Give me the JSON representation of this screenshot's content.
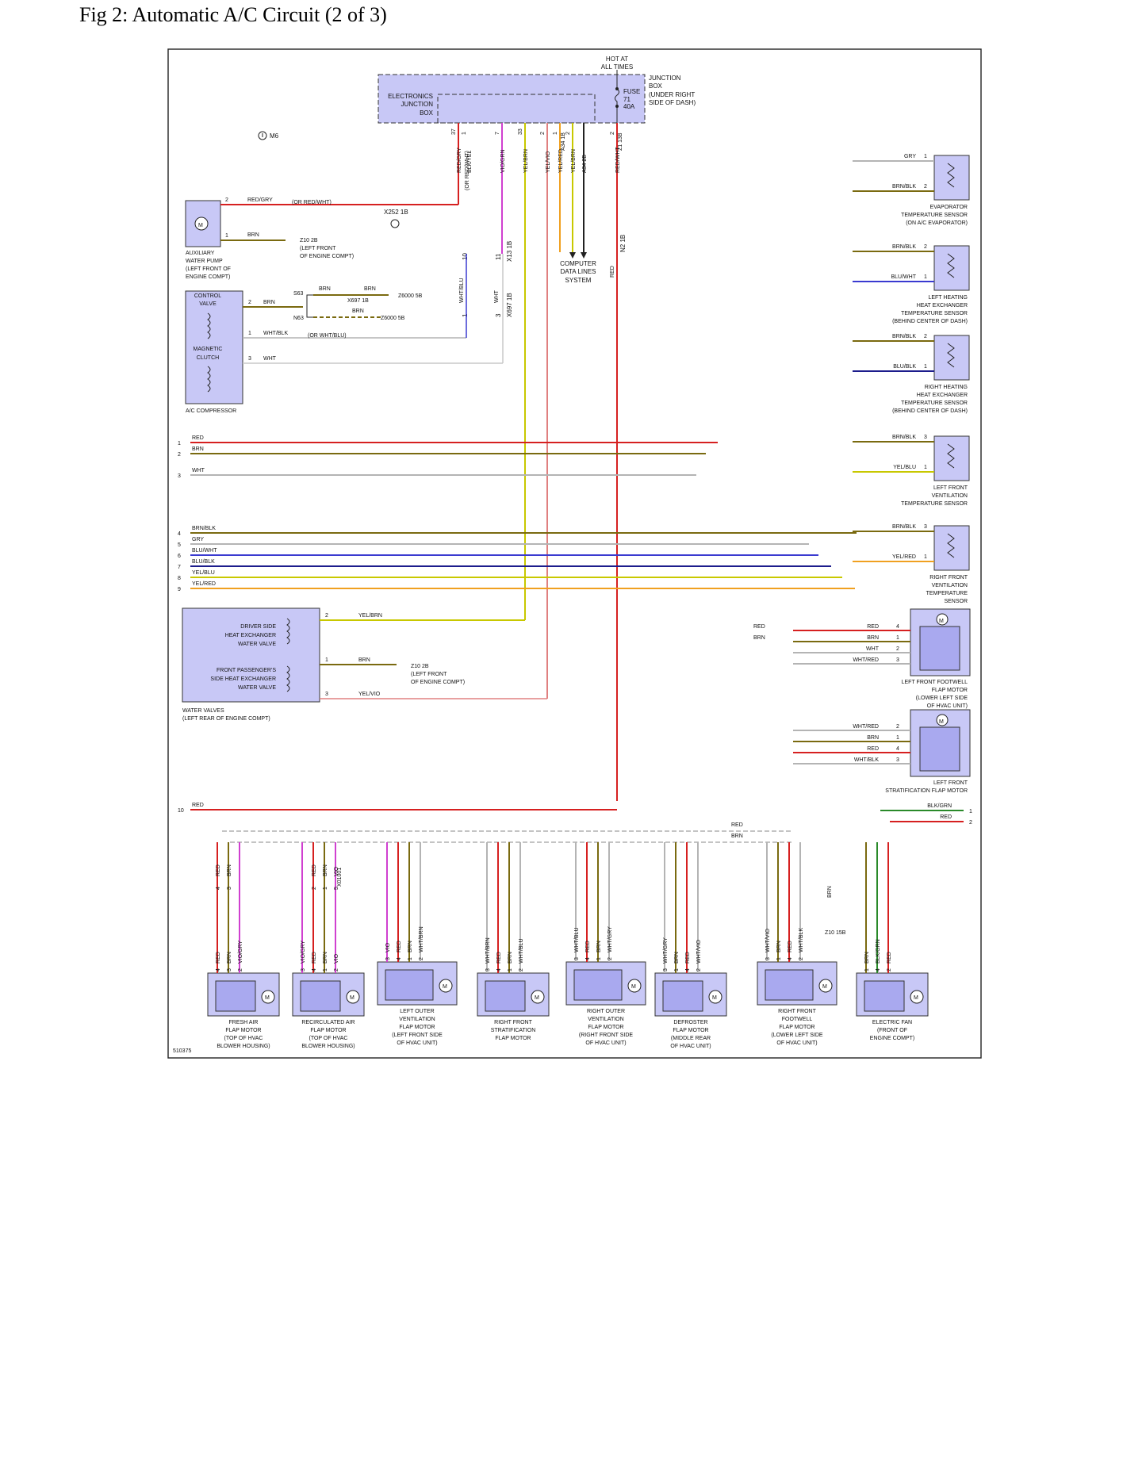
{
  "title": "Fig 2: Automatic A/C Circuit (2 of 3)",
  "figure_id": "510375",
  "colors": {
    "component_fill": "#c8c8f6",
    "red": "#d62020",
    "brown": "#7a6a10",
    "gray": "#b4b4b4",
    "blue": "#3a3ad0",
    "navy": "#1c1c8c",
    "yellow": "#c8c800",
    "orange": "#f0a020",
    "pink": "#e08080",
    "violet": "#d040d0",
    "green": "#2a8a2a"
  },
  "ground_label": "M6",
  "top": {
    "hot": [
      "HOT AT",
      "ALL TIMES"
    ],
    "junction_box": [
      "JUNCTION",
      "BOX",
      "(UNDER RIGHT",
      "SIDE OF DASH)"
    ],
    "fuse": [
      "FUSE",
      "71",
      "40A"
    ],
    "ejb": [
      "ELECTRONICS",
      "JUNCTION",
      "BOX"
    ]
  },
  "ejb_wires": [
    {
      "label": "RED/GRY",
      "sub": "(OR RED/WHT)",
      "pin": "37"
    },
    {
      "label": "BLK/YEL",
      "pin": "1"
    },
    {
      "label": "VIO/GRN",
      "pin": "7"
    },
    {
      "label": "YEL/BRN",
      "pin": "33"
    },
    {
      "label": "YEL/VIO",
      "pin": "2"
    },
    {
      "label": "YEL/RED",
      "pin": "1",
      "conn": "A34 1B"
    },
    {
      "label": "YEL/BRN",
      "pin": "2"
    },
    {
      "label": "A34 2B"
    },
    {
      "label": "RED/WHT",
      "pin": "2",
      "conn": "Z1 13B"
    }
  ],
  "connectors": {
    "x252": "X252 1B",
    "x13": "X13 1B",
    "x13_pins": [
      "10",
      "11"
    ],
    "n2": "N2 1B",
    "x697": "X697 1B",
    "x697b": "X697 1B",
    "x697_pins": [
      "1",
      "3"
    ],
    "z6000a": "Z6000 5B",
    "z6000b": "Z6000 5B",
    "s63": "S63",
    "n63": "N63",
    "x01001": "X01001",
    "z10_15b": "Z10 15B"
  },
  "pump": {
    "label": [
      "AUXILIARY",
      "WATER PUMP",
      "(LEFT FRONT OF",
      "ENGINE COMPT)"
    ],
    "wire2": "RED/GRY",
    "wire2_alt": "(OR RED/WHT)",
    "wire1": "BRN",
    "ground": [
      "Z10 2B",
      "(LEFT FRONT",
      "OF ENGINE COMPT)"
    ]
  },
  "compressor": {
    "label": "A/C COMPRESSOR",
    "control_valve": [
      "CONTROL",
      "VALVE"
    ],
    "clutch": [
      "MAGNETIC",
      "CLUTCH"
    ],
    "w2": "BRN",
    "w1": "WHT/BLK",
    "w1_alt": "(OR WHT/BLU)",
    "w3": "WHT",
    "splice": [
      "BRN",
      "BRN",
      "BRN"
    ],
    "wht_blu": "WHT/BLU",
    "wht": "WHT"
  },
  "cdl": [
    "COMPUTER",
    "DATA LINES",
    "SYSTEM"
  ],
  "red_label": "RED",
  "bus": [
    {
      "n": "1",
      "label": "RED"
    },
    {
      "n": "2",
      "label": "BRN"
    },
    {
      "n": "3",
      "label": "WHT"
    },
    {
      "n": "4",
      "label": "BRN/BLK"
    },
    {
      "n": "5",
      "label": "GRY"
    },
    {
      "n": "6",
      "label": "BLU/WHT"
    },
    {
      "n": "7",
      "label": "BLU/BLK"
    },
    {
      "n": "8",
      "label": "YEL/BLU"
    },
    {
      "n": "9",
      "label": "YEL/RED"
    },
    {
      "n": "10",
      "label": "RED"
    }
  ],
  "sensors": [
    {
      "label": [
        "EVAPORATOR",
        "TEMPERATURE SENSOR",
        "(ON A/C EVAPORATOR)"
      ],
      "w1": "GRY",
      "p1": "1",
      "w2": "BRN/BLK",
      "p2": "2"
    },
    {
      "label": [
        "LEFT HEATING",
        "HEAT EXCHANGER",
        "TEMPERATURE SENSOR",
        "(BEHIND CENTER OF DASH)"
      ],
      "w1": "BRN/BLK",
      "p1": "2",
      "w2": "BLU/WHT",
      "p2": "1"
    },
    {
      "label": [
        "RIGHT HEATING",
        "HEAT EXCHANGER",
        "TEMPERATURE SENSOR",
        "(BEHIND CENTER OF DASH)"
      ],
      "w1": "BRN/BLK",
      "p1": "2",
      "w2": "BLU/BLK",
      "p2": "1"
    },
    {
      "label": [
        "LEFT FRONT",
        "VENTILATION",
        "TEMPERATURE SENSOR"
      ],
      "w1": "BRN/BLK",
      "p1": "3",
      "w2": "YEL/BLU",
      "p2": "1"
    },
    {
      "label": [
        "RIGHT FRONT",
        "VENTILATION",
        "TEMPERATURE",
        "SENSOR"
      ],
      "w1": "BRN/BLK",
      "p1": "3",
      "w2": "YEL/RED",
      "p2": "1"
    }
  ],
  "valves": {
    "driver": [
      "DRIVER SIDE",
      "HEAT EXCHANGER",
      "WATER VALVE"
    ],
    "passenger": [
      "FRONT PASSENGER'S",
      "SIDE HEAT EXCHANGER",
      "WATER VALVE"
    ],
    "label": [
      "WATER VALVES",
      "(LEFT REAR OF ENGINE COMPT)"
    ],
    "w2": "YEL/BRN",
    "w1": "BRN",
    "w3": "YEL/VIO",
    "ground": [
      "Z10 2B",
      "(LEFT FRONT",
      "OF ENGINE COMPT)"
    ]
  },
  "footwell_left": {
    "label": [
      "LEFT FRONT FOOTWELL",
      "FLAP MOTOR",
      "(LOWER LEFT SIDE",
      "OF HVAC UNIT)"
    ],
    "pins": [
      {
        "w": "RED",
        "p": "4"
      },
      {
        "w": "BRN",
        "p": "1"
      },
      {
        "w": "WHT",
        "p": "2"
      },
      {
        "w": "WHT/RED",
        "p": "3"
      }
    ],
    "feed_red": "RED",
    "feed_brn": "BRN"
  },
  "strat_left": {
    "label": [
      "LEFT FRONT",
      "STRATIFICATION FLAP MOTOR"
    ],
    "pins": [
      {
        "w": "WHT/RED",
        "p": "2"
      },
      {
        "w": "BRN",
        "p": "1"
      },
      {
        "w": "RED",
        "p": "4"
      },
      {
        "w": "WHT/BLK",
        "p": "3"
      }
    ]
  },
  "fan_feed": [
    {
      "w": "BLK/GRN",
      "p": "1"
    },
    {
      "w": "RED",
      "p": "2"
    }
  ],
  "bottom_bus": {
    "red": "RED",
    "brn": "BRN"
  },
  "motors": [
    {
      "label": [
        "FRESH AIR",
        "FLAP MOTOR",
        "(TOP OF HVAC",
        "BLOWER HOUSING)"
      ],
      "wires": [
        "RED",
        "BRN",
        "VIO/GRY"
      ],
      "pins": [
        "4",
        "3",
        "2"
      ],
      "upper": [
        "RED",
        "BRN"
      ],
      "upper_pins": [
        "4",
        "3"
      ]
    },
    {
      "label": [
        "RECIRCULATED AIR",
        "FLAP MOTOR",
        "(TOP OF HVAC",
        "BLOWER HOUSING)"
      ],
      "wires": [
        "VIO/GRY",
        "RED",
        "BRN",
        "VIO"
      ],
      "pins": [
        "3",
        "4",
        "1",
        "2"
      ],
      "upper": [
        "RED",
        "BRN",
        "VIO"
      ],
      "upper_pins": [
        "2",
        "1",
        "5"
      ]
    },
    {
      "label": [
        "LEFT OUTER",
        "VENTILATION",
        "FLAP MOTOR",
        "(LEFT FRONT SIDE",
        "OF HVAC UNIT)"
      ],
      "wires": [
        "VIO",
        "RED",
        "BRN",
        "WHT/BRN"
      ],
      "pins": [
        "3",
        "4",
        "1",
        "2"
      ]
    },
    {
      "label": [
        "RIGHT FRONT",
        "STRATIFICATION",
        "FLAP MOTOR"
      ],
      "wires": [
        "WHT/BRN",
        "RED",
        "BRN",
        "WHT/BLU"
      ],
      "pins": [
        "3",
        "4",
        "1",
        "2"
      ]
    },
    {
      "label": [
        "RIGHT OUTER",
        "VENTILATION",
        "FLAP MOTOR",
        "(RIGHT FRONT SIDE",
        "OF HVAC UNIT)"
      ],
      "wires": [
        "WHT/BLU",
        "RED",
        "BRN",
        "WHT/GRY"
      ],
      "pins": [
        "3",
        "4",
        "1",
        "2"
      ]
    },
    {
      "label": [
        "DEFROSTER",
        "FLAP MOTOR",
        "(MIDDLE REAR",
        "OF HVAC UNIT)"
      ],
      "wires": [
        "WHT/GRY",
        "BRN",
        "RED",
        "WHT/VIO"
      ],
      "pins": [
        "3",
        "1",
        "4",
        "2"
      ]
    },
    {
      "label": [
        "RIGHT FRONT",
        "FOOTWELL",
        "FLAP MOTOR",
        "(LOWER LEFT SIDE",
        "OF HVAC UNIT)"
      ],
      "wires": [
        "WHT/VIO",
        "BRN",
        "RED",
        "WHT/BLK"
      ],
      "pins": [
        "3",
        "1",
        "4",
        "2"
      ]
    },
    {
      "label": [
        "ELECTRIC FAN",
        "(FRONT OF",
        "ENGINE COMPT)"
      ],
      "wires": [
        "BRN",
        "BLK/GRN",
        "RED"
      ],
      "pins": [
        "1",
        "4",
        "2"
      ]
    }
  ],
  "fan_ground_wire": "BRN"
}
